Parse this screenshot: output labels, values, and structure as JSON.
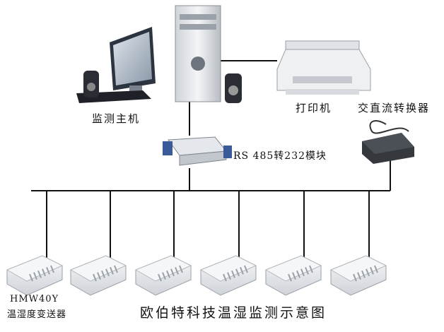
{
  "diagram": {
    "caption": "欧伯特科技温湿监测示意图",
    "nodes": {
      "host": {
        "label": "监测主机",
        "icon": "desktop-computer-icon"
      },
      "printer": {
        "label": "打印机",
        "icon": "printer-icon"
      },
      "adapter": {
        "label": "交直流转换器",
        "icon": "power-adapter-icon"
      },
      "module": {
        "label": "RS 485转232模块",
        "icon": "rs485-converter-icon"
      },
      "sensor": {
        "model": "HMW40Y",
        "label": "温湿度变送器",
        "icon": "sensor-icon",
        "count": 6
      }
    },
    "colors": {
      "line": "#111111",
      "device_body": "#e9ebee",
      "vent": "#9aa0a8"
    }
  }
}
